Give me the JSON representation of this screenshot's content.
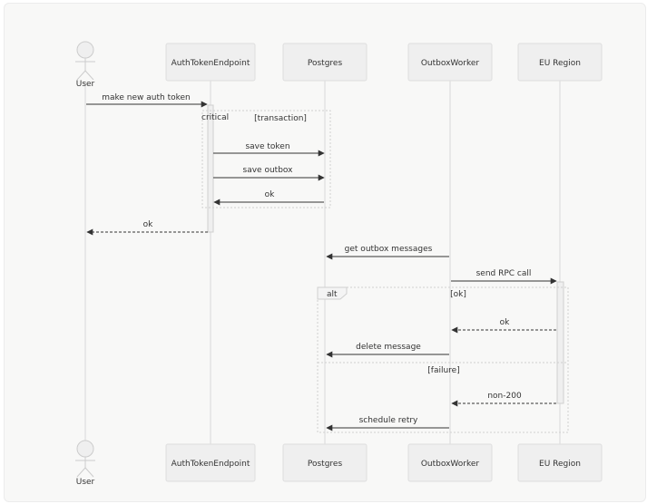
{
  "participants": {
    "user": "User",
    "auth": "AuthTokenEndpoint",
    "postgres": "Postgres",
    "outbox": "OutboxWorker",
    "eu": "EU Region"
  },
  "messages": {
    "m1": "make new auth token",
    "m2": "save token",
    "m3": "save outbox",
    "m4": "ok",
    "m5": "ok",
    "m6": "get outbox messages",
    "m7": "send RPC call",
    "m8": "ok",
    "m9": "delete message",
    "m10": "non-200",
    "m11": "schedule retry"
  },
  "fragments": {
    "critical": {
      "keyword": "critical",
      "condition": "[transaction]"
    },
    "alt": {
      "keyword": "alt",
      "condition": "[ok]",
      "else_condition": "[failure]"
    }
  },
  "colors": {
    "lifeline": "#d9d9d9",
    "box_fill": "#efefef",
    "box_stroke": "#dedede",
    "arrow": "#333333",
    "fragment": "#cfcfcf"
  }
}
